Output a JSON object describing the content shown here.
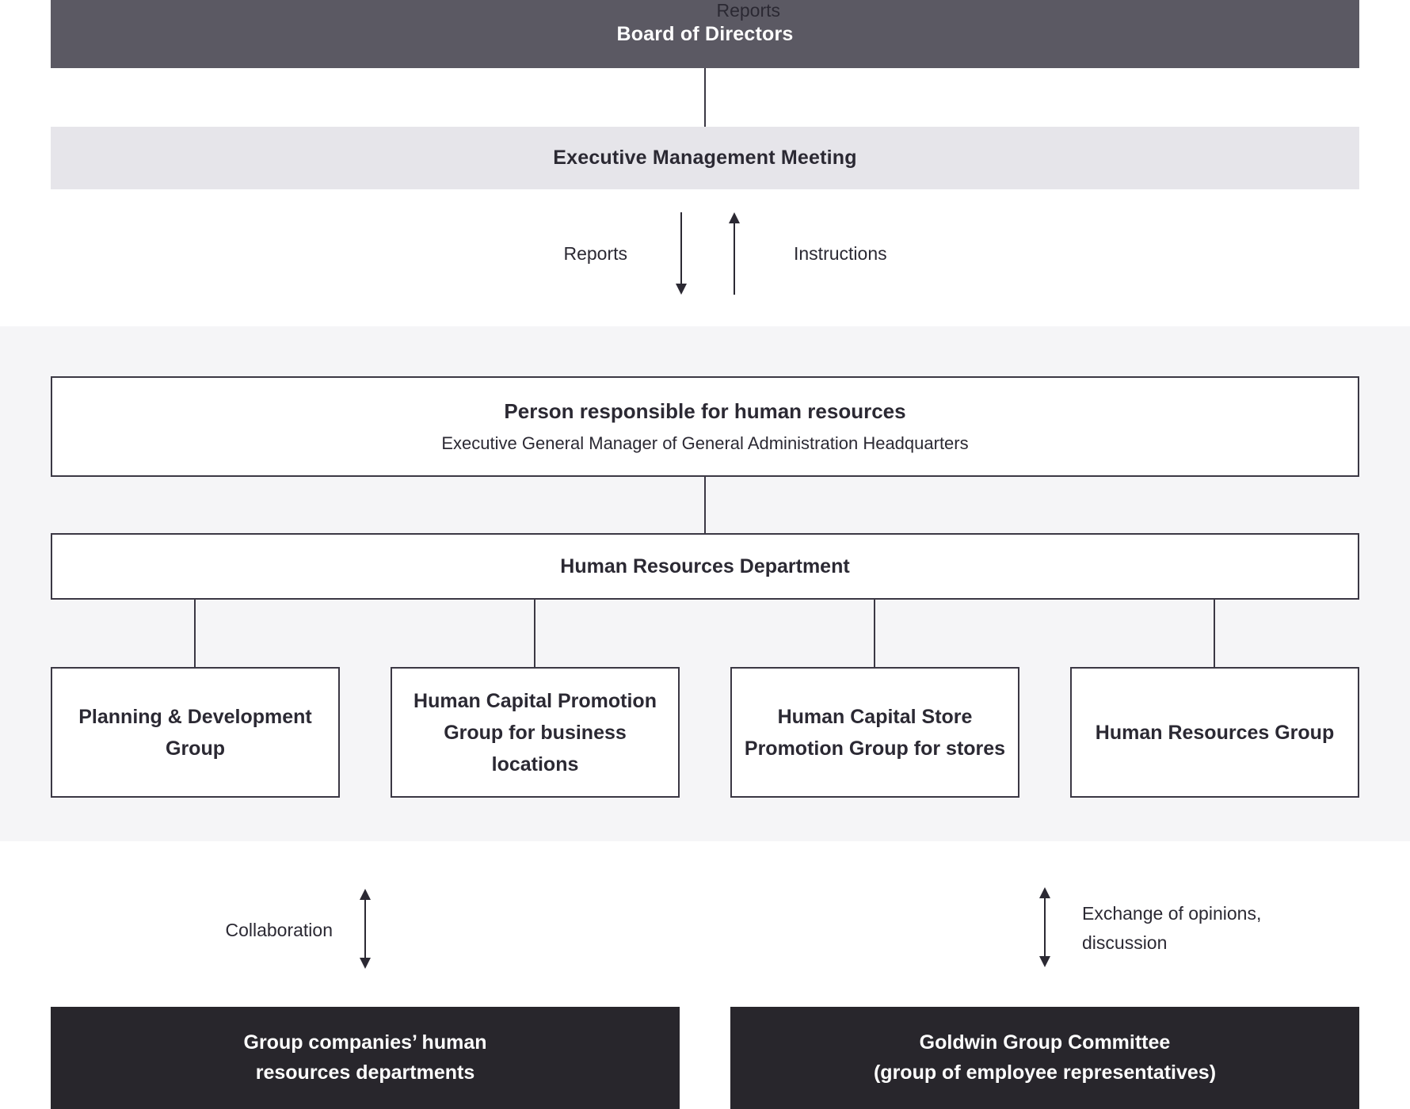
{
  "colors": {
    "top_bar": "#5B5963",
    "light_bar": "#E6E5EA",
    "section_background": "#F5F5F7",
    "box_border": "#3B3844",
    "dark_box": "#28262C",
    "text": "#2B2933",
    "white_text": "#FFFFFF"
  },
  "icons": {
    "reports_arrow": "down-arrow",
    "instructions_arrow": "up-arrow",
    "collaboration_arrow": "double-vertical-arrow",
    "exchange_arrow": "double-vertical-arrow"
  },
  "org_chart": {
    "board_of_directors": "Board of Directors",
    "executive_management_meeting": "Executive Management Meeting",
    "reports_label": "Reports",
    "instructions_label": "Instructions",
    "person_responsible": {
      "title": "Person responsible for human resources",
      "subtitle": "Executive General Manager of General Administration Headquarters"
    },
    "hr_department": "Human Resources Department",
    "groups": [
      {
        "label": "Planning & Development Group"
      },
      {
        "label": "Human Capital Promotion Group for business locations"
      },
      {
        "label": "Human Capital Store Promotion Group for stores"
      },
      {
        "label": "Human Resources Group"
      }
    ],
    "collaboration_label": "Collaboration",
    "exchange_label": {
      "line1": "Exchange of opinions,",
      "line2": "discussion"
    },
    "bottom_boxes": [
      {
        "line1": "Group companies’ human",
        "line2": "resources departments"
      },
      {
        "line1": "Goldwin Group Committee",
        "line2": "(group of employee representatives)"
      }
    ]
  }
}
